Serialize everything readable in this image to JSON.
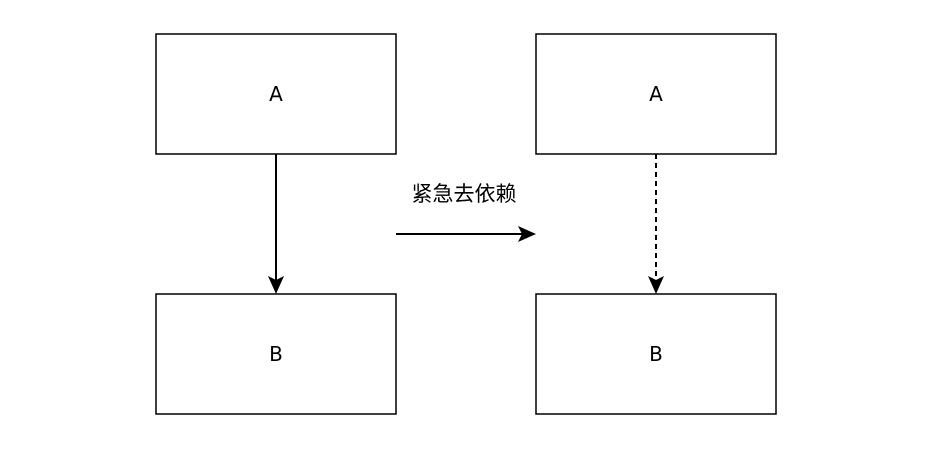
{
  "diagram": {
    "left": {
      "top_node": "A",
      "bottom_node": "B",
      "edge_style": "solid"
    },
    "transition": {
      "label": "紧急去依赖"
    },
    "right": {
      "top_node": "A",
      "bottom_node": "B",
      "edge_style": "dashed"
    }
  }
}
